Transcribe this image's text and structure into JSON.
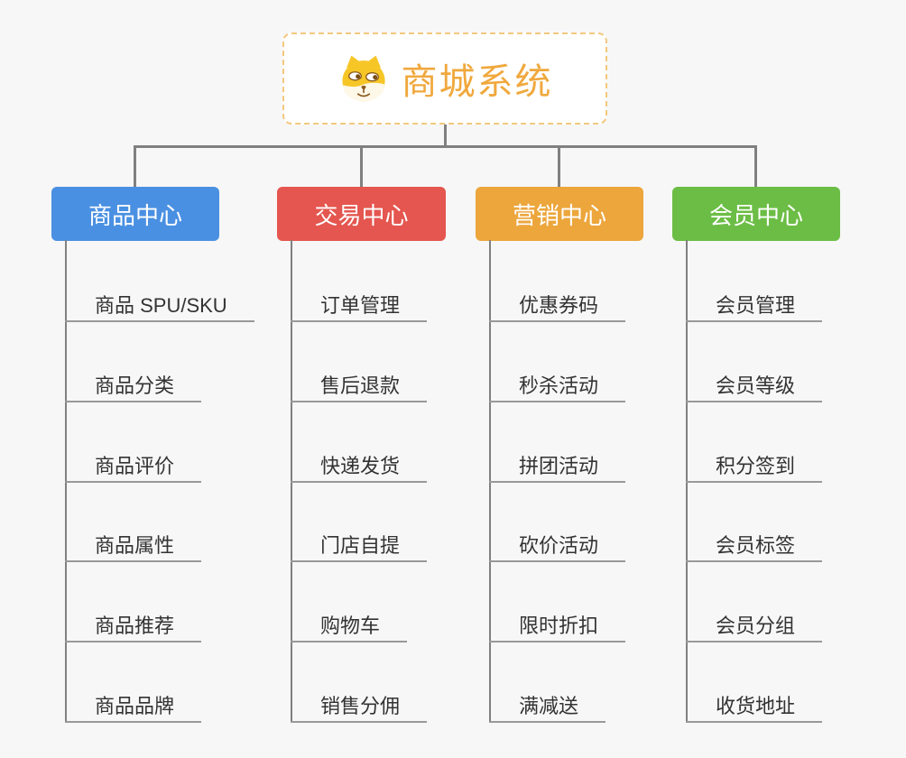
{
  "app": {
    "background_color": "#f7f7f7",
    "connector_color": "#808080",
    "underline_color": "#999999",
    "item_text_color": "#333333"
  },
  "root": {
    "title": "商城系统",
    "icon": "dog-face-icon",
    "title_color": "#f0a83d",
    "border_color": "#f2c87e",
    "background": "#ffffff"
  },
  "branches": [
    {
      "id": "product-center",
      "label": "商品中心",
      "color": "#4a90e2",
      "items": [
        "商品 SPU/SKU",
        "商品分类",
        "商品评价",
        "商品属性",
        "商品推荐",
        "商品品牌"
      ]
    },
    {
      "id": "trade-center",
      "label": "交易中心",
      "color": "#e4564f",
      "items": [
        "订单管理",
        "售后退款",
        "快递发货",
        "门店自提",
        "购物车",
        "销售分佣"
      ]
    },
    {
      "id": "marketing-center",
      "label": "营销中心",
      "color": "#eca63c",
      "items": [
        "优惠券码",
        "秒杀活动",
        "拼团活动",
        "砍价活动",
        "限时折扣",
        "满减送"
      ]
    },
    {
      "id": "member-center",
      "label": "会员中心",
      "color": "#6cbd45",
      "items": [
        "会员管理",
        "会员等级",
        "积分签到",
        "会员标签",
        "会员分组",
        "收货地址"
      ]
    }
  ]
}
